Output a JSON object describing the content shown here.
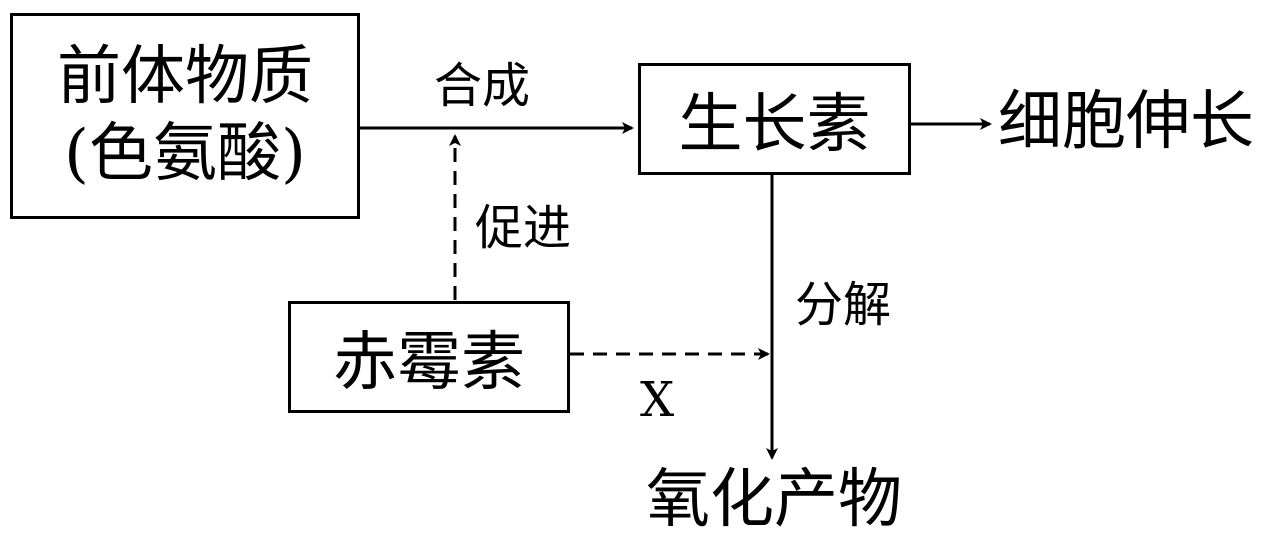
{
  "nodes": {
    "precursor": {
      "line1": "前体物质",
      "line2": "(色氨酸)"
    },
    "auxin": "生长素",
    "gibberellin": "赤霉素",
    "cell_elongation": "细胞伸长",
    "oxidation_products": "氧化产物"
  },
  "edges": {
    "synthesis": "合成",
    "promote": "促进",
    "decompose": "分解",
    "x": "X"
  },
  "colors": {
    "line": "#000000",
    "background": "#ffffff"
  }
}
